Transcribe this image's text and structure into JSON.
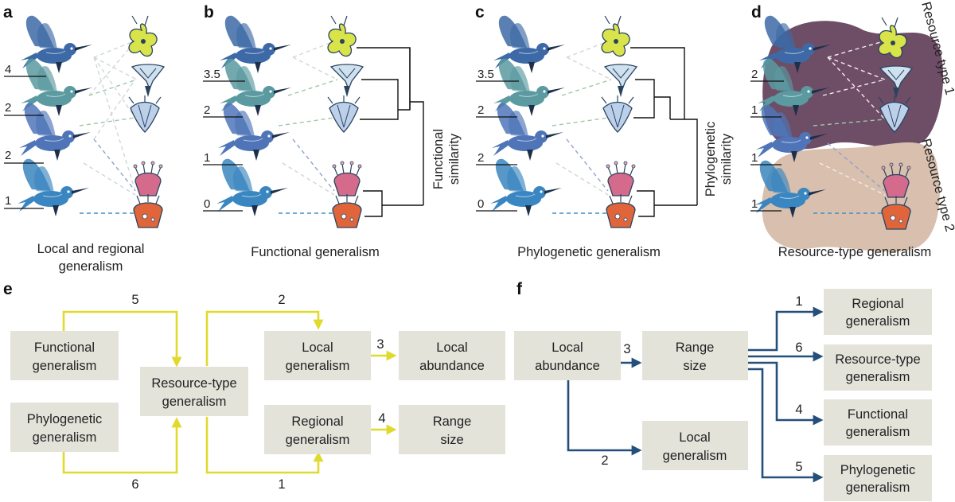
{
  "panels": {
    "a": {
      "letter": "a",
      "caption_line1": "Local and regional",
      "caption_line2": "generalism",
      "values": [
        "4",
        "2",
        "2",
        "1"
      ]
    },
    "b": {
      "letter": "b",
      "caption": "Functional generalism",
      "values": [
        "3.5",
        "2",
        "1",
        "0"
      ],
      "axis_line1": "Functional",
      "axis_line2": "similarity"
    },
    "c": {
      "letter": "c",
      "caption": "Phylogenetic generalism",
      "values": [
        "3.5",
        "2",
        "2",
        "0"
      ],
      "axis_line1": "Phylogenetic",
      "axis_line2": "similarity"
    },
    "d": {
      "letter": "d",
      "caption": "Resource-type generalism",
      "values": [
        "2",
        "1",
        "1",
        "1"
      ],
      "region1": "Resource type 1",
      "region2": "Resource type 2"
    }
  },
  "panel_e": {
    "letter": "e",
    "boxes": {
      "functional": [
        "Functional",
        "generalism"
      ],
      "phylogenetic": [
        "Phylogenetic",
        "generalism"
      ],
      "resource": [
        "Resource-type",
        "generalism"
      ],
      "local_gen": [
        "Local",
        "generalism"
      ],
      "regional_gen": [
        "Regional",
        "generalism"
      ],
      "local_ab": [
        "Local",
        "abundance"
      ],
      "range": [
        "Range",
        "size"
      ]
    },
    "edge_labels": {
      "e5": "5",
      "e2": "2",
      "e3": "3",
      "e4": "4",
      "e6": "6",
      "e1": "1"
    }
  },
  "panel_f": {
    "letter": "f",
    "boxes": {
      "local_ab": [
        "Local",
        "abundance"
      ],
      "range": [
        "Range",
        "size"
      ],
      "local_gen": [
        "Local",
        "generalism"
      ],
      "regional": [
        "Regional",
        "generalism"
      ],
      "resource": [
        "Resource-type",
        "generalism"
      ],
      "functional": [
        "Functional",
        "generalism"
      ],
      "phylogenetic": [
        "Phylogenetic",
        "generalism"
      ]
    },
    "edge_labels": {
      "e3": "3",
      "e2": "2",
      "e1": "1",
      "e6": "6",
      "e4": "4",
      "e5": "5"
    }
  },
  "colors": {
    "yellow_arrow": "#e0da2e",
    "blue_arrow": "#244f7a",
    "box_fill": "#e4e3da",
    "resource_type_1": "#6e4d66",
    "resource_type_2": "#d8bfae",
    "hummingbird_1": "#3d6aa6",
    "hummingbird_2": "#5a9aa0",
    "hummingbird_3": "#4f75b8",
    "hummingbird_4": "#3a86c0"
  },
  "icons": [
    "hummingbird-icon",
    "yellow-flower-icon",
    "tubular-flower-icon",
    "bell-flower-icon",
    "pink-flower-icon",
    "orange-flower-icon"
  ]
}
